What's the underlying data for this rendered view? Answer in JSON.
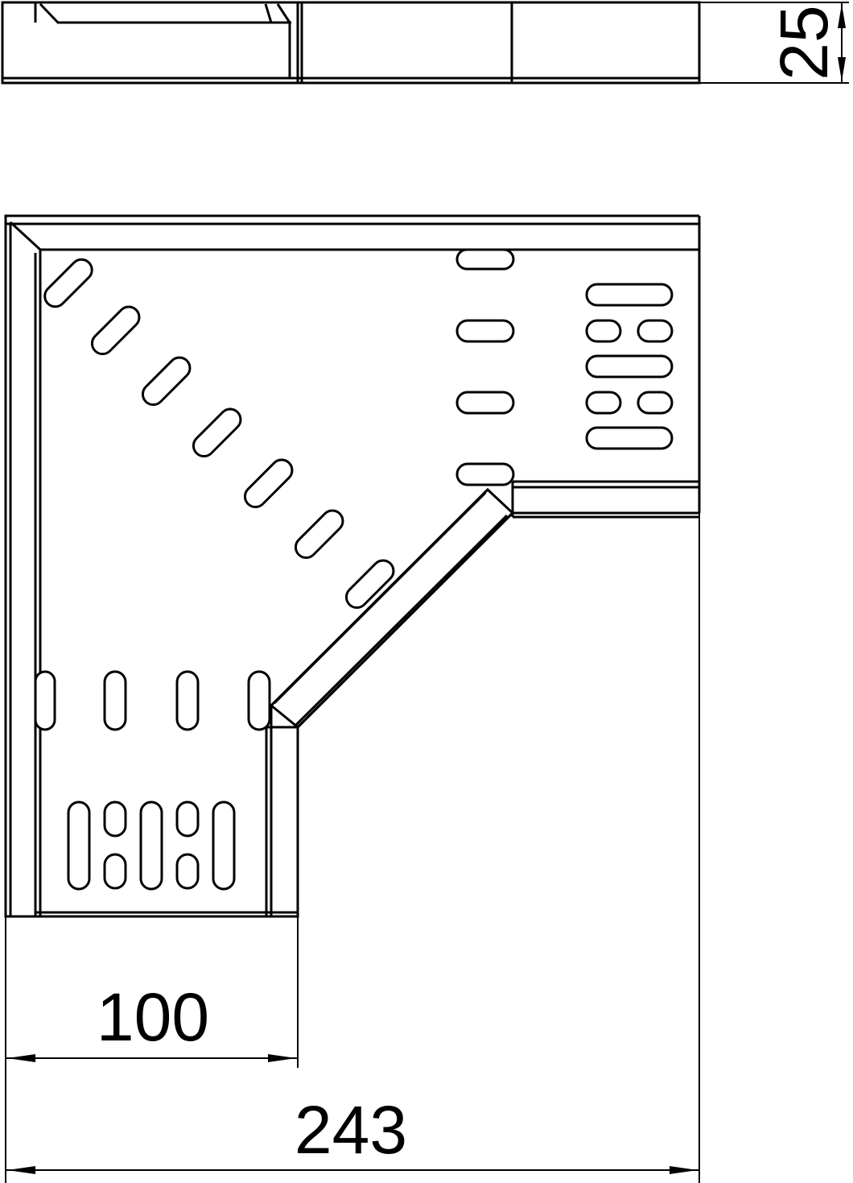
{
  "drawing": {
    "title": "",
    "dimensions": {
      "height": "25",
      "inner_width": "100",
      "outer_width": "243"
    }
  }
}
